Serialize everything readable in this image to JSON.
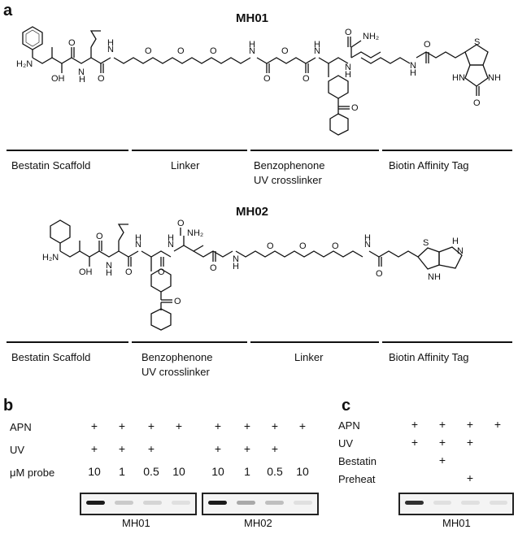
{
  "panels": {
    "a": {
      "letter": "a",
      "mh01": {
        "title": "MH01",
        "segments": [
          "Bestatin Scaffold",
          "Linker",
          "Benzophenone",
          "Biotin Affinity Tag"
        ],
        "segment_sub": "UV crosslinker"
      },
      "mh02": {
        "title": "MH02",
        "segments": [
          "Bestatin Scaffold",
          "Benzophenone",
          "Linker",
          "Biotin Affinity Tag"
        ],
        "segment_sub": "UV crosslinker"
      },
      "atoms": {
        "h2n": "H₂N",
        "oh": "OH",
        "nh2": "NH₂",
        "o": "O",
        "n": "N",
        "h": "H",
        "s": "S",
        "nh": "NH",
        "hn": "HN",
        "hdot": "H"
      }
    },
    "b": {
      "letter": "b",
      "rows": [
        {
          "label": "APN",
          "cells": [
            "+",
            "+",
            "+",
            "+",
            "+",
            "+",
            "+",
            "+"
          ]
        },
        {
          "label": "UV",
          "cells": [
            "+",
            "+",
            "+",
            "",
            "+",
            "+",
            "+",
            ""
          ]
        },
        {
          "label": "μM probe",
          "cells": [
            "10",
            "1",
            "0.5",
            "10",
            "10",
            "1",
            "0.5",
            "10"
          ]
        }
      ],
      "gel_labels": [
        "MH01",
        "MH02"
      ],
      "band_intensity": [
        0.95,
        0.15,
        0.1,
        0.05,
        0.95,
        0.3,
        0.2,
        0.05
      ]
    },
    "c": {
      "letter": "c",
      "rows": [
        {
          "label": "APN",
          "cells": [
            "+",
            "+",
            "+",
            "+"
          ]
        },
        {
          "label": "UV",
          "cells": [
            "+",
            "+",
            "+",
            ""
          ]
        },
        {
          "label": "Bestatin",
          "cells": [
            "",
            "+",
            "",
            ""
          ]
        },
        {
          "label": "Preheat",
          "cells": [
            "",
            "",
            "+",
            ""
          ]
        }
      ],
      "gel_label": "MH01",
      "band_intensity": [
        0.85,
        0.05,
        0.05,
        0.05
      ]
    }
  }
}
